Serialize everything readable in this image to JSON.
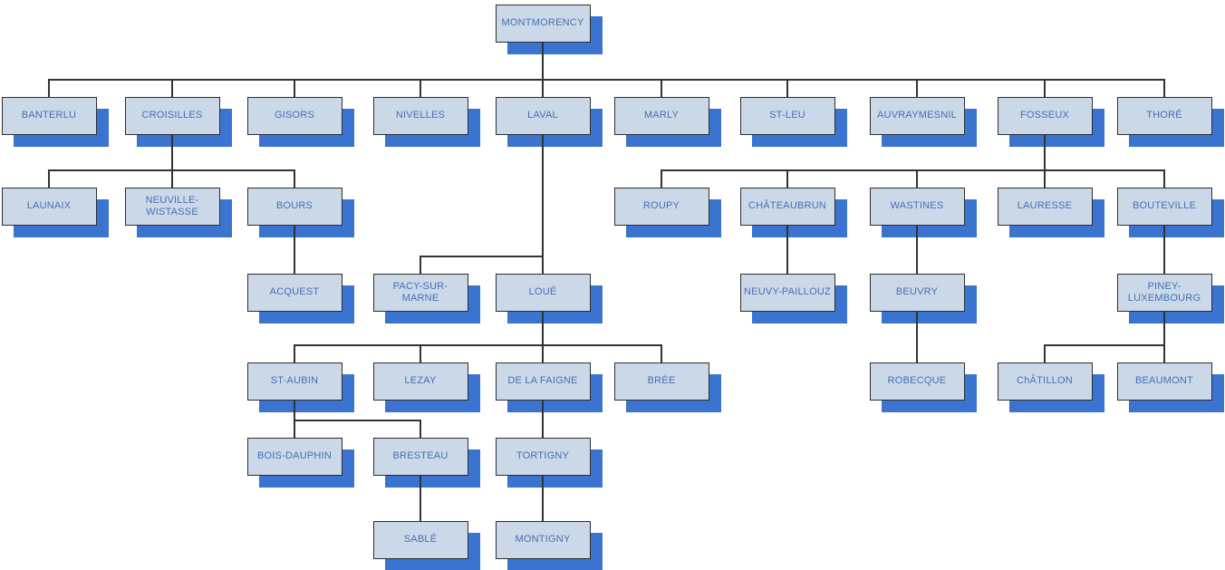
{
  "diagram": {
    "type": "org-chart-tree",
    "root_label": "MONTMORENCY",
    "colors": {
      "node_fill": "#cbd8e8",
      "node_border": "#2e2e2e",
      "node_shadow": "#3a73d0",
      "label_text": "#4470b4",
      "connector_line": "#333333",
      "background": "#ffffff"
    },
    "nodes": [
      {
        "id": "montmorency",
        "label": "MONTMORENCY",
        "parent": null,
        "col": 4,
        "row": 0
      },
      {
        "id": "banterlu",
        "label": "BANTERLU",
        "parent": "montmorency",
        "col": 0,
        "row": 1
      },
      {
        "id": "croisilles",
        "label": "CROISILLES",
        "parent": "montmorency",
        "col": 1,
        "row": 1
      },
      {
        "id": "gisors",
        "label": "GISORS",
        "parent": "montmorency",
        "col": 2,
        "row": 1
      },
      {
        "id": "nivelles",
        "label": "NIVELLES",
        "parent": "montmorency",
        "col": 3,
        "row": 1
      },
      {
        "id": "laval",
        "label": "LAVAL",
        "parent": "montmorency",
        "col": 4,
        "row": 1
      },
      {
        "id": "marly",
        "label": "MARLY",
        "parent": "montmorency",
        "col": 5,
        "row": 1
      },
      {
        "id": "st-leu",
        "label": "ST-LEU",
        "parent": "montmorency",
        "col": 6,
        "row": 1
      },
      {
        "id": "auvraymesnil",
        "label": "AUVRAYMESNIL",
        "parent": "montmorency",
        "col": 7,
        "row": 1
      },
      {
        "id": "fosseux",
        "label": "FOSSEUX",
        "parent": "montmorency",
        "col": 8,
        "row": 1
      },
      {
        "id": "thore",
        "label": "THORÉ",
        "parent": "montmorency",
        "col": 9,
        "row": 1
      },
      {
        "id": "launaix",
        "label": "LAUNAIX",
        "parent": "croisilles",
        "col": 0,
        "row": 2
      },
      {
        "id": "neuville-wistasse",
        "label": "NEUVILLE-WISTASSE",
        "parent": "croisilles",
        "col": 1,
        "row": 2
      },
      {
        "id": "bours",
        "label": "BOURS",
        "parent": "croisilles",
        "col": 2,
        "row": 2
      },
      {
        "id": "roupy",
        "label": "ROUPY",
        "parent": "fosseux",
        "col": 5,
        "row": 2
      },
      {
        "id": "chateaubrun",
        "label": "CHÂTEAUBRUN",
        "parent": "fosseux",
        "col": 6,
        "row": 2
      },
      {
        "id": "wastines",
        "label": "WASTINES",
        "parent": "fosseux",
        "col": 7,
        "row": 2
      },
      {
        "id": "lauresse",
        "label": "LAURESSE",
        "parent": "fosseux",
        "col": 8,
        "row": 2
      },
      {
        "id": "bouteville",
        "label": "BOUTEVILLE",
        "parent": "fosseux",
        "col": 9,
        "row": 2
      },
      {
        "id": "acquest",
        "label": "ACQUEST",
        "parent": "bours",
        "col": 2,
        "row": 3
      },
      {
        "id": "pacy-sur-marne",
        "label": "PACY-SUR-MARNE",
        "parent": "laval",
        "col": 3,
        "row": 3
      },
      {
        "id": "loue",
        "label": "LOUÉ",
        "parent": "laval",
        "col": 4,
        "row": 3
      },
      {
        "id": "neuvy-paillouz",
        "label": "NEUVY-PAILLOUZ",
        "parent": "chateaubrun",
        "col": 6,
        "row": 3
      },
      {
        "id": "beuvry",
        "label": "BEUVRY",
        "parent": "wastines",
        "col": 7,
        "row": 3
      },
      {
        "id": "piney-luxembourg",
        "label": "PINEY-LUXEMBOURG",
        "parent": "bouteville",
        "col": 9,
        "row": 3
      },
      {
        "id": "st-aubin",
        "label": "ST-AUBIN",
        "parent": "loue",
        "col": 2,
        "row": 4
      },
      {
        "id": "lezay",
        "label": "LEZAY",
        "parent": "loue",
        "col": 3,
        "row": 4
      },
      {
        "id": "de-la-faigne",
        "label": "DE LA FAIGNE",
        "parent": "loue",
        "col": 4,
        "row": 4
      },
      {
        "id": "bree",
        "label": "BRÉE",
        "parent": "loue",
        "col": 5,
        "row": 4
      },
      {
        "id": "robecque",
        "label": "ROBECQUE",
        "parent": "beuvry",
        "col": 7,
        "row": 4
      },
      {
        "id": "chatillon",
        "label": "ChÂTILLON",
        "parent": "piney-luxembourg",
        "col": 8,
        "row": 4
      },
      {
        "id": "beaumont",
        "label": "BEAUMONT",
        "parent": "piney-luxembourg",
        "col": 9,
        "row": 4
      },
      {
        "id": "bois-dauphin",
        "label": "BOIS-DAUPHIN",
        "parent": "st-aubin",
        "col": 2,
        "row": 5
      },
      {
        "id": "bresteau",
        "label": "BRESTEAU",
        "parent": "st-aubin",
        "col": 3,
        "row": 5
      },
      {
        "id": "tortigny",
        "label": "TORTIGNY",
        "parent": "de-la-faigne",
        "col": 4,
        "row": 5
      },
      {
        "id": "sable",
        "label": "SABLÉ",
        "parent": "bresteau",
        "col": 3,
        "row": 6
      },
      {
        "id": "montigny",
        "label": "MONTIGNY",
        "parent": "tortigny",
        "col": 4,
        "row": 6
      }
    ]
  }
}
